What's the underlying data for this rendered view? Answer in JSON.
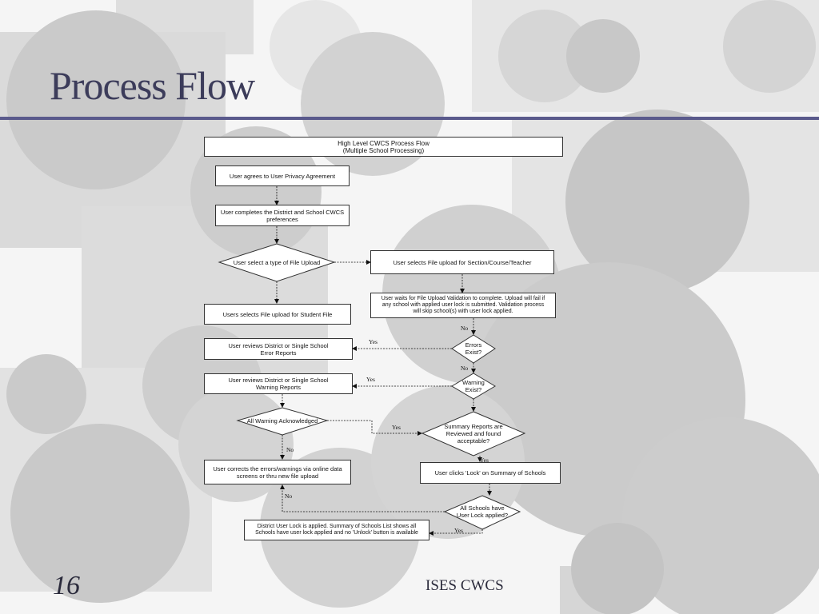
{
  "slide": {
    "title": "Process Flow",
    "number": "16",
    "footer": "ISES CWCS"
  },
  "colors": {
    "title": "#3c3c5a",
    "rule": "#5a5a8c",
    "background": "#f5f5f5",
    "shapes": "#d9d9d9"
  },
  "diagram": {
    "header": "High Level CWCS Process Flow\n(Multiple School Processing)",
    "steps": {
      "privacy": "User agrees to User Privacy Agreement",
      "preferences": "User completes the District and School CWCS\npreferences",
      "select_upload": "User select a type of File Upload",
      "section_upload": "User selects File upload for Section/Course/Teacher",
      "wait_validation": "User waits for File Upload Validation to complete. Upload will fail if\nany school with applied user lock is submitted. Validation process\nwill skip school(s) with user lock applied.",
      "student_upload": "Users selects File upload for Student File",
      "errors_exist": "Errors\nExist?",
      "error_reports": "User reviews District or Single School\nError Reports",
      "warning_exist": "Warning\nExist?",
      "warning_reports": "User reviews District or Single School\nWarning Reports",
      "all_acknowledged": "All Warning Acknowledged",
      "summary_reviewed": "Summary Reports are\nReviewed and found\nacceptable?",
      "correct_errors": "User corrects the errors/warnings via online data\nscreens or thru new file upload",
      "click_lock": "User clicks 'Lock' on Summary of Schools",
      "all_locked": "All Schools have\nUser Lock applied?",
      "district_lock": "District User Lock is applied. Summary of Schools List shows all\nSchools have user lock applied and no 'Unlock' button is available"
    },
    "labels": {
      "no": "No",
      "yes": "Yes"
    }
  }
}
